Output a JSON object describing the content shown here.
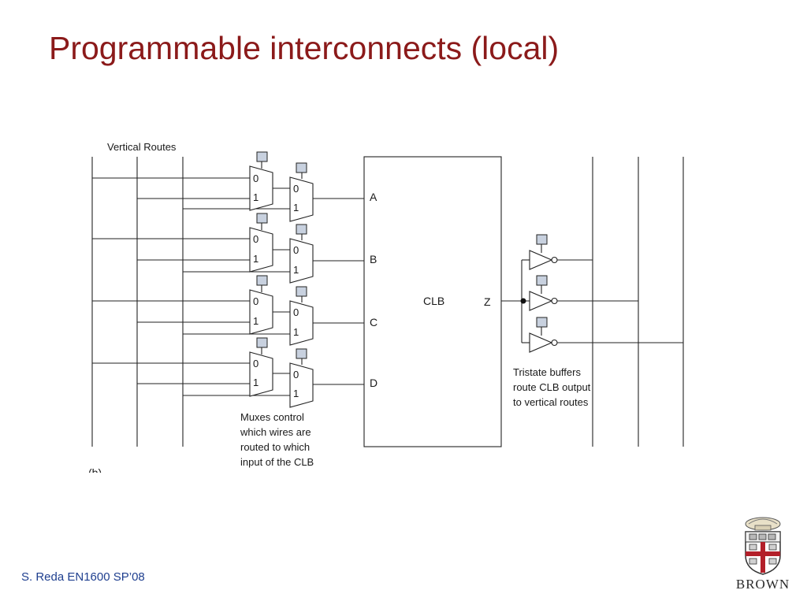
{
  "slide": {
    "title": "Programmable interconnects (local)",
    "footer": "S. Reda EN1600 SP’08"
  },
  "diagram": {
    "vertical_routes_label": "Vertical Routes",
    "clb_label": "CLB",
    "output_pin": "Z",
    "input_pins": [
      "A",
      "B",
      "C",
      "D"
    ],
    "mux_input_labels": [
      "0",
      "1"
    ],
    "mux_caption": [
      "Muxes control",
      "which wires are",
      "routed to which",
      "input of the CLB"
    ],
    "tristate_caption": [
      "Tristate buffers",
      "route CLB output",
      "to vertical routes"
    ],
    "panel_label": "(b)",
    "colors": {
      "wire": "#222222",
      "control_box": "#c8d1df",
      "title": "#8b1a1a",
      "footer": "#1f3f8f"
    }
  },
  "logo": {
    "name": "BROWN",
    "icon": "brown-university-shield-icon"
  }
}
